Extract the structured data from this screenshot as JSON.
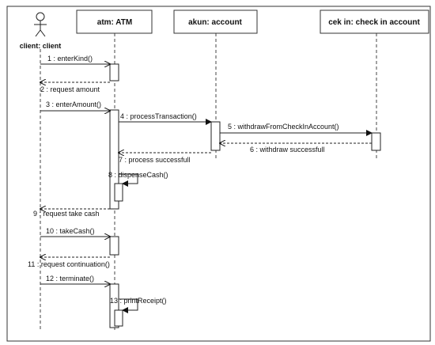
{
  "participants": [
    {
      "id": "client",
      "title": "client: client"
    },
    {
      "id": "atm",
      "title": "atm: ATM"
    },
    {
      "id": "akun",
      "title": "akun: account"
    },
    {
      "id": "cekin",
      "title": "cek in: check in account"
    }
  ],
  "messages": [
    {
      "label": "1 : enterKind()"
    },
    {
      "label": "2 : request amount"
    },
    {
      "label": "3 : enterAmount()"
    },
    {
      "label": "4 : processTransaction()"
    },
    {
      "label": "5 : withdrawFromCheckInAccount()"
    },
    {
      "label": "6 : withdraw successfull"
    },
    {
      "label": "7 : process successfull"
    },
    {
      "label": "8 : dispenseCash()"
    },
    {
      "label": "9 : request take cash"
    },
    {
      "label": "10 : takeCash()"
    },
    {
      "label": "11 : request continuation()"
    },
    {
      "label": "12 : terminate()"
    },
    {
      "label": "13 : printReceipt()"
    }
  ]
}
